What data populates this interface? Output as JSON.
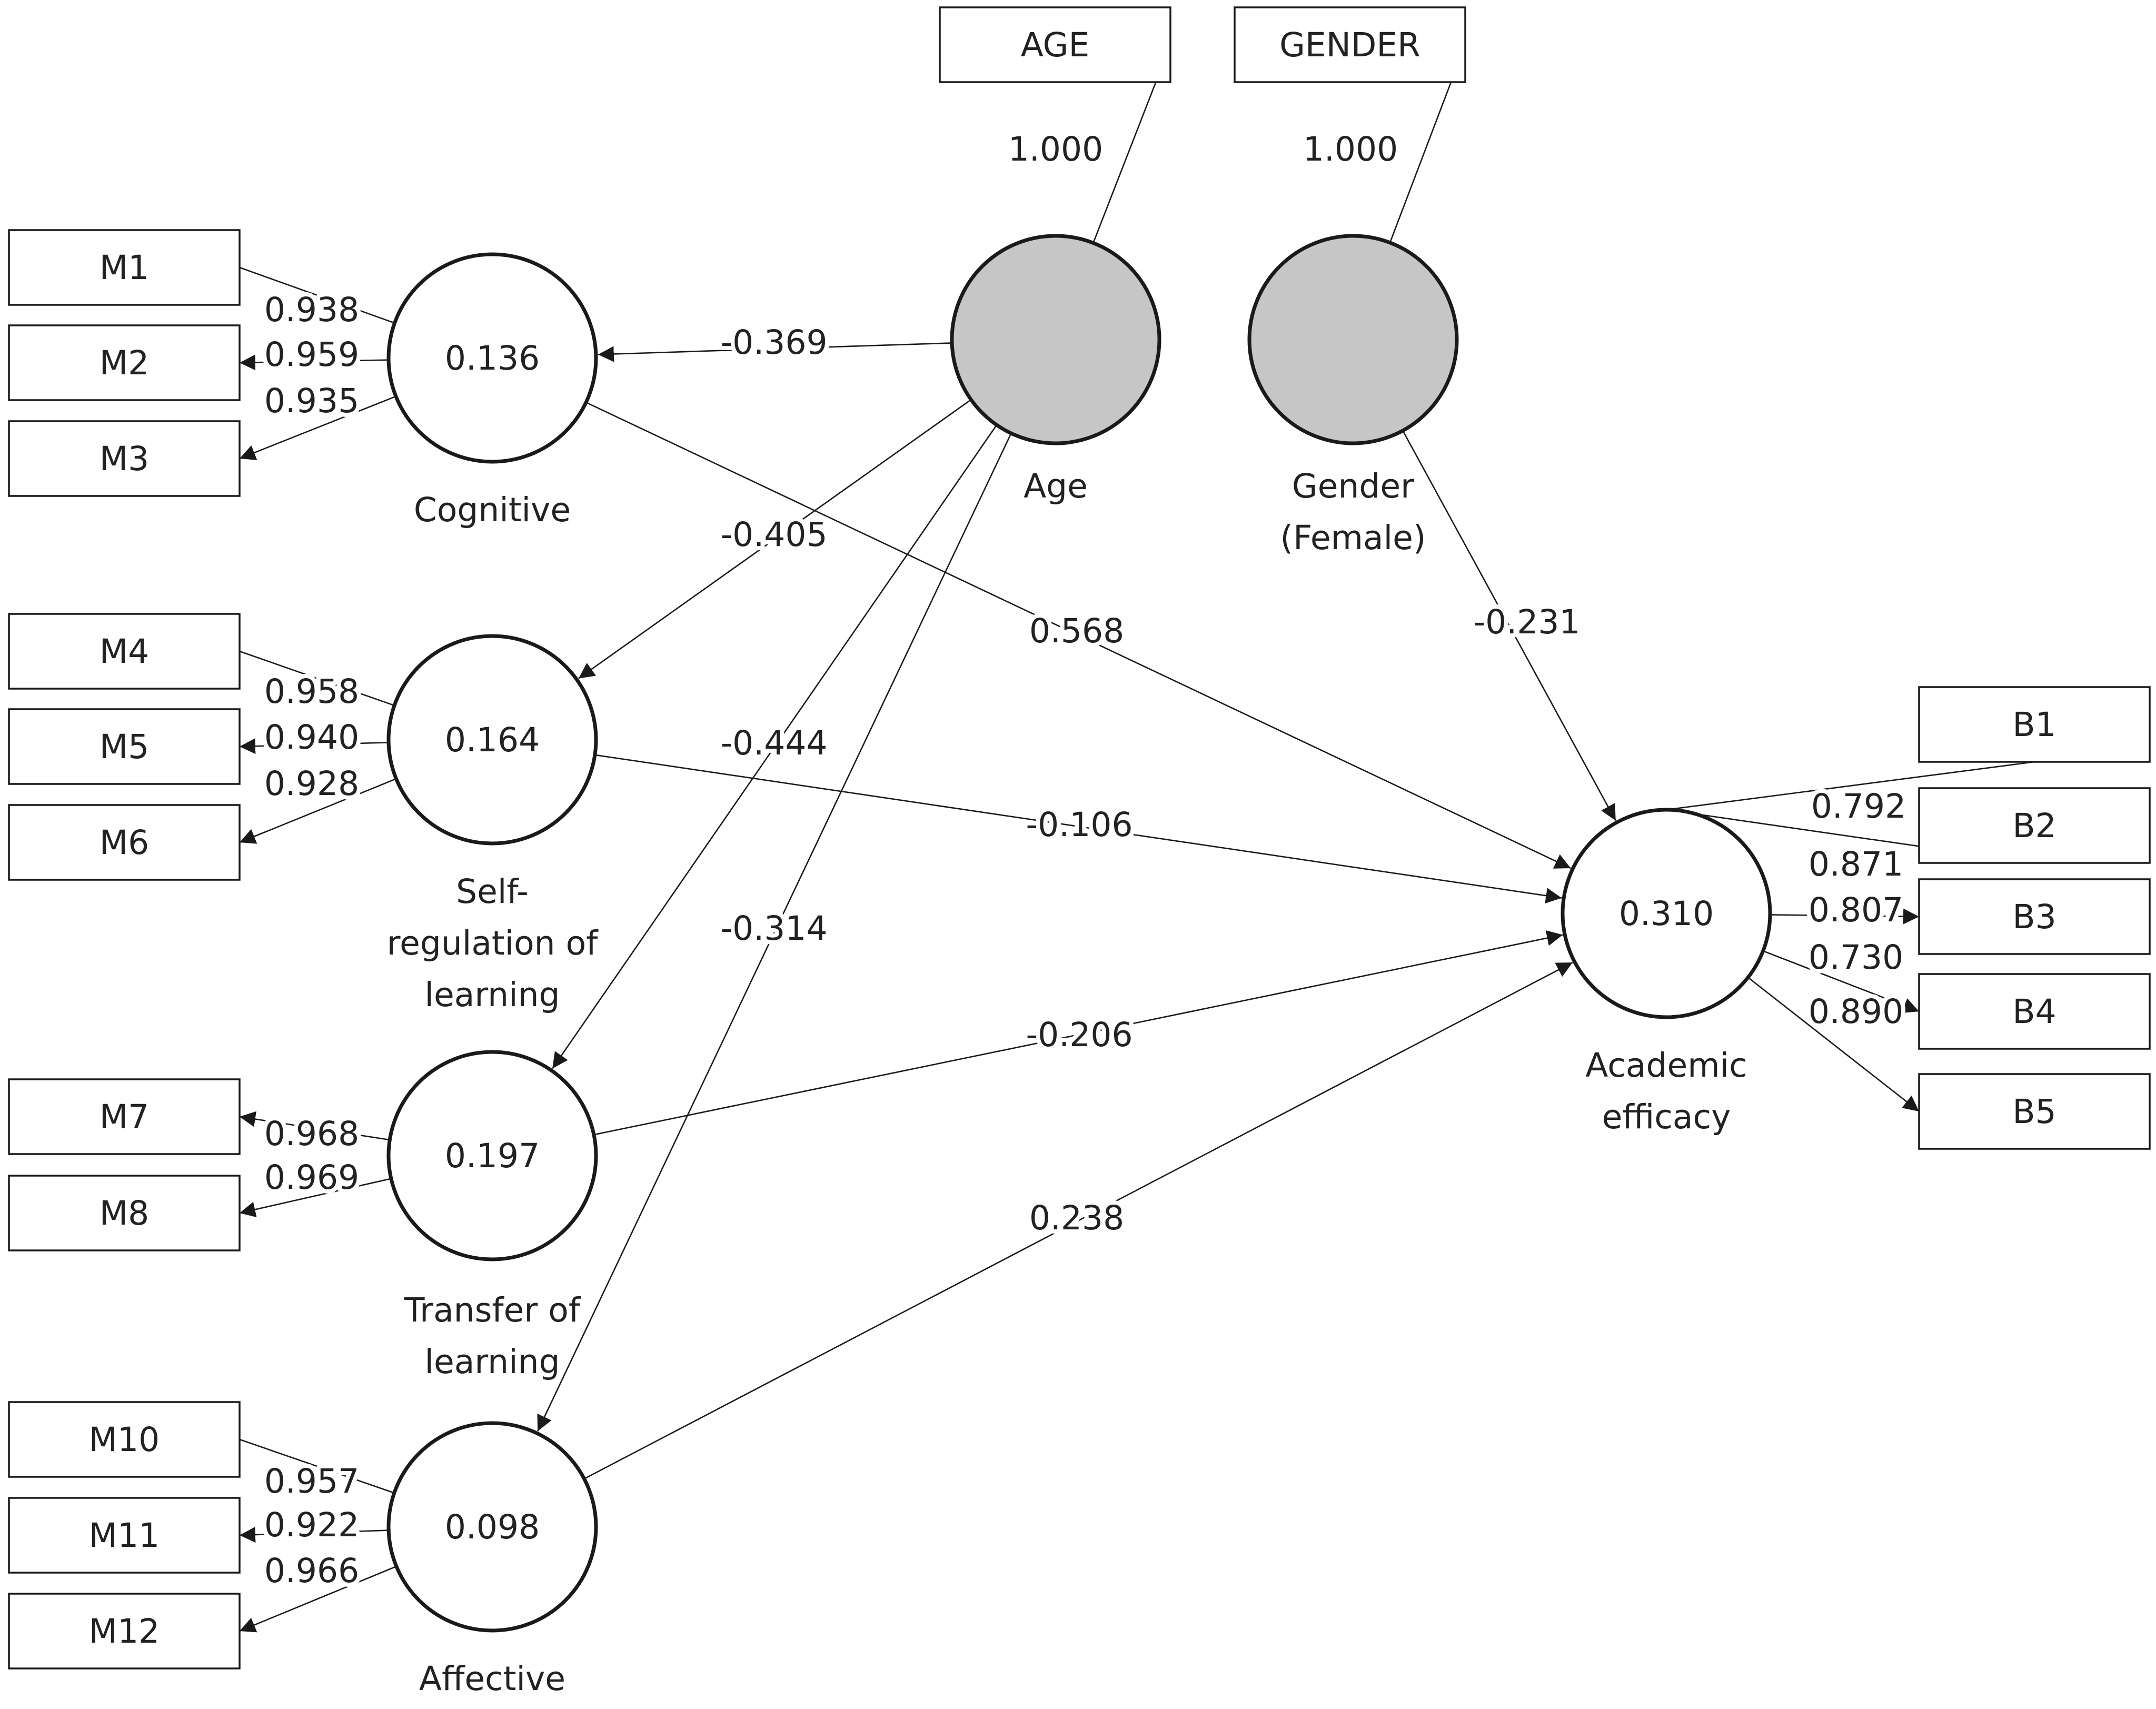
{
  "indicators": [
    {
      "id": "M1",
      "label": "M1"
    },
    {
      "id": "M2",
      "label": "M2"
    },
    {
      "id": "M3",
      "label": "M3"
    },
    {
      "id": "M4",
      "label": "M4"
    },
    {
      "id": "M5",
      "label": "M5"
    },
    {
      "id": "M6",
      "label": "M6"
    },
    {
      "id": "M7",
      "label": "M7"
    },
    {
      "id": "M8",
      "label": "M8"
    },
    {
      "id": "M10",
      "label": "M10"
    },
    {
      "id": "M11",
      "label": "M11"
    },
    {
      "id": "M12",
      "label": "M12"
    },
    {
      "id": "AGE",
      "label": "AGE"
    },
    {
      "id": "GENDER",
      "label": "GENDER"
    },
    {
      "id": "B1",
      "label": "B1"
    },
    {
      "id": "B2",
      "label": "B2"
    },
    {
      "id": "B3",
      "label": "B3"
    },
    {
      "id": "B4",
      "label": "B4"
    },
    {
      "id": "B5",
      "label": "B5"
    }
  ],
  "constructs": [
    {
      "id": "cognitive",
      "name": [
        "Cognitive"
      ],
      "value": "0.136",
      "shaded": false
    },
    {
      "id": "selfreg",
      "name": [
        "Self-",
        "regulation of",
        "learning"
      ],
      "value": "0.164",
      "shaded": false
    },
    {
      "id": "transfer",
      "name": [
        "Transfer of",
        "learning"
      ],
      "value": "0.197",
      "shaded": false
    },
    {
      "id": "affective",
      "name": [
        "Affective"
      ],
      "value": "0.098",
      "shaded": false
    },
    {
      "id": "age",
      "name": [
        "Age"
      ],
      "value": "",
      "shaded": true
    },
    {
      "id": "gender",
      "name": [
        "Gender",
        "(Female)"
      ],
      "value": "",
      "shaded": true
    },
    {
      "id": "efficacy",
      "name": [
        "Academic",
        "efficacy"
      ],
      "value": "0.310",
      "shaded": false
    }
  ],
  "loadings": [
    {
      "from": "cognitive",
      "to": "M1",
      "value": "0.938"
    },
    {
      "from": "cognitive",
      "to": "M2",
      "value": "0.959"
    },
    {
      "from": "cognitive",
      "to": "M3",
      "value": "0.935"
    },
    {
      "from": "selfreg",
      "to": "M4",
      "value": "0.958"
    },
    {
      "from": "selfreg",
      "to": "M5",
      "value": "0.940"
    },
    {
      "from": "selfreg",
      "to": "M6",
      "value": "0.928"
    },
    {
      "from": "transfer",
      "to": "M7",
      "value": "0.968"
    },
    {
      "from": "transfer",
      "to": "M8",
      "value": "0.969"
    },
    {
      "from": "affective",
      "to": "M10",
      "value": "0.957"
    },
    {
      "from": "affective",
      "to": "M11",
      "value": "0.922"
    },
    {
      "from": "affective",
      "to": "M12",
      "value": "0.966"
    },
    {
      "from": "age",
      "to": "AGE",
      "value": "1.000"
    },
    {
      "from": "gender",
      "to": "GENDER",
      "value": "1.000"
    },
    {
      "from": "efficacy",
      "to": "B1",
      "value": "0.792"
    },
    {
      "from": "efficacy",
      "to": "B2",
      "value": "0.871"
    },
    {
      "from": "efficacy",
      "to": "B3",
      "value": "0.807"
    },
    {
      "from": "efficacy",
      "to": "B4",
      "value": "0.730"
    },
    {
      "from": "efficacy",
      "to": "B5",
      "value": "0.890"
    }
  ],
  "paths": [
    {
      "from": "age",
      "to": "cognitive",
      "value": "-0.369"
    },
    {
      "from": "age",
      "to": "selfreg",
      "value": "-0.405"
    },
    {
      "from": "age",
      "to": "transfer",
      "value": "-0.444"
    },
    {
      "from": "age",
      "to": "affective",
      "value": "-0.314"
    },
    {
      "from": "cognitive",
      "to": "efficacy",
      "value": "0.568"
    },
    {
      "from": "selfreg",
      "to": "efficacy",
      "value": "-0.106"
    },
    {
      "from": "transfer",
      "to": "efficacy",
      "value": "-0.206"
    },
    {
      "from": "affective",
      "to": "efficacy",
      "value": "0.238"
    },
    {
      "from": "gender",
      "to": "efficacy",
      "value": "-0.231"
    }
  ]
}
